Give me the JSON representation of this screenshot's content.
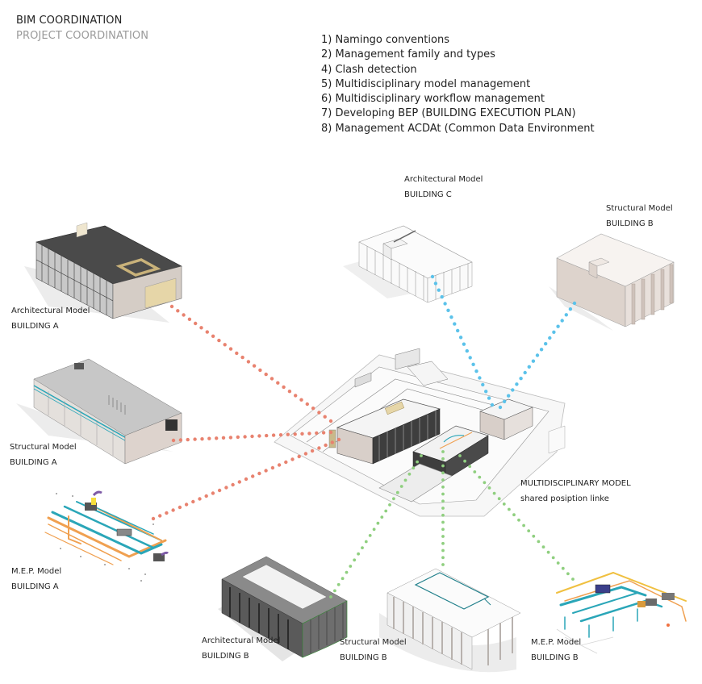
{
  "header": {
    "title": "BIM COORDINATION",
    "subtitle": "PROJECT COORDINATION"
  },
  "tasks": [
    "1)  Namingo conventions",
    "2) Management family and types",
    "4) Clash detection",
    "5) Multidisciplinary model management",
    "6) Multidisciplinary workflow management",
    "7) Developing BEP (BUILDING EXECUTION PLAN)",
    "8) Management ACDAt (Common Data Environment"
  ],
  "center_model": {
    "title": "MULTIDISCIPLINARY MODEL",
    "caption": "shared posiption linke"
  },
  "models": [
    {
      "id": "arch-a",
      "type": "Architectural Model",
      "building": "BUILDING A",
      "link_group": "A"
    },
    {
      "id": "struct-a",
      "type": "Structural Model",
      "building": "BUILDING A",
      "link_group": "A"
    },
    {
      "id": "mep-a",
      "type": "M.E.P. Model",
      "building": "BUILDING A",
      "link_group": "A"
    },
    {
      "id": "arch-c",
      "type": "Architectural Model",
      "building": "BUILDING C",
      "link_group": "C"
    },
    {
      "id": "struct-b-top",
      "type": "Structural Model",
      "building": "BUILDING B",
      "link_group": "C"
    },
    {
      "id": "arch-b",
      "type": "Architectural Model",
      "building": "BUILDING B",
      "link_group": "B"
    },
    {
      "id": "struct-b",
      "type": "Structural Model",
      "building": "BUILDING B",
      "link_group": "B"
    },
    {
      "id": "mep-b",
      "type": "M.E.P. Model",
      "building": "BUILDING B",
      "link_group": "B"
    }
  ],
  "link_colors": {
    "A": "#e8826f",
    "B": "#8fcf7f",
    "C": "#5bc2ea"
  },
  "palette": {
    "roof_dark": "#4a4a4a",
    "wall_light": "#efefef",
    "wall_pink": "#dcd2cc",
    "beige": "#e6d6a8",
    "teal": "#2aa6b8",
    "orange": "#f0a050",
    "purple": "#7d5aa6",
    "yellow": "#f6de3c",
    "shadow": "#e9e9e9"
  }
}
